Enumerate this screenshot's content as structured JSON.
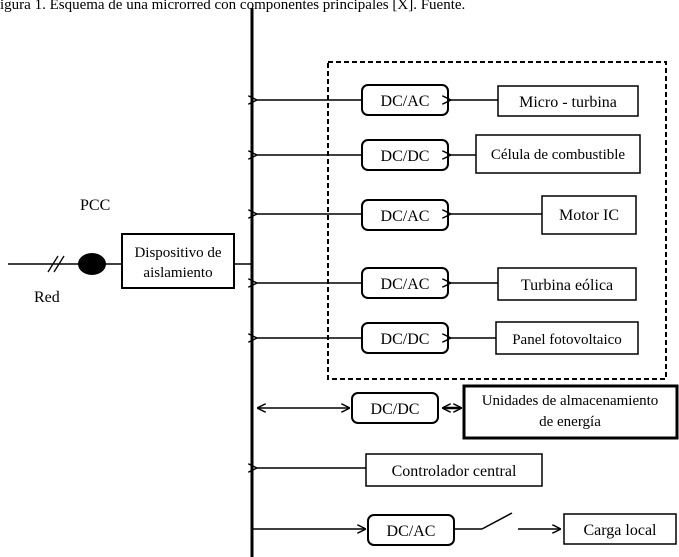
{
  "colors": {
    "line": "#000000",
    "background": "#ffffff",
    "ground_dot": "#000000"
  },
  "header_fragment": "igura 1. Esquema de una microrred con componentes principales [X]. Fuente.",
  "grid": {
    "pcc_label": "PCC",
    "red_label": "Red"
  },
  "isolation_device": {
    "line1": "Dispositivo de",
    "line2": "aislamiento"
  },
  "sources": [
    {
      "converter": "DC/AC",
      "source": "Micro - turbina"
    },
    {
      "converter": "DC/DC",
      "source": "Célula de combustible"
    },
    {
      "converter": "DC/AC",
      "source": "Motor IC"
    },
    {
      "converter": "DC/AC",
      "source": "Turbina eólica"
    },
    {
      "converter": "DC/DC",
      "source": "Panel fotovoltaico"
    }
  ],
  "storage": {
    "converter": "DC/DC",
    "line1": "Unidades de almacenamiento",
    "line2": "de energía"
  },
  "controller": {
    "label": "Controlador central"
  },
  "load": {
    "converter": "DC/AC",
    "label": "Carga local"
  }
}
